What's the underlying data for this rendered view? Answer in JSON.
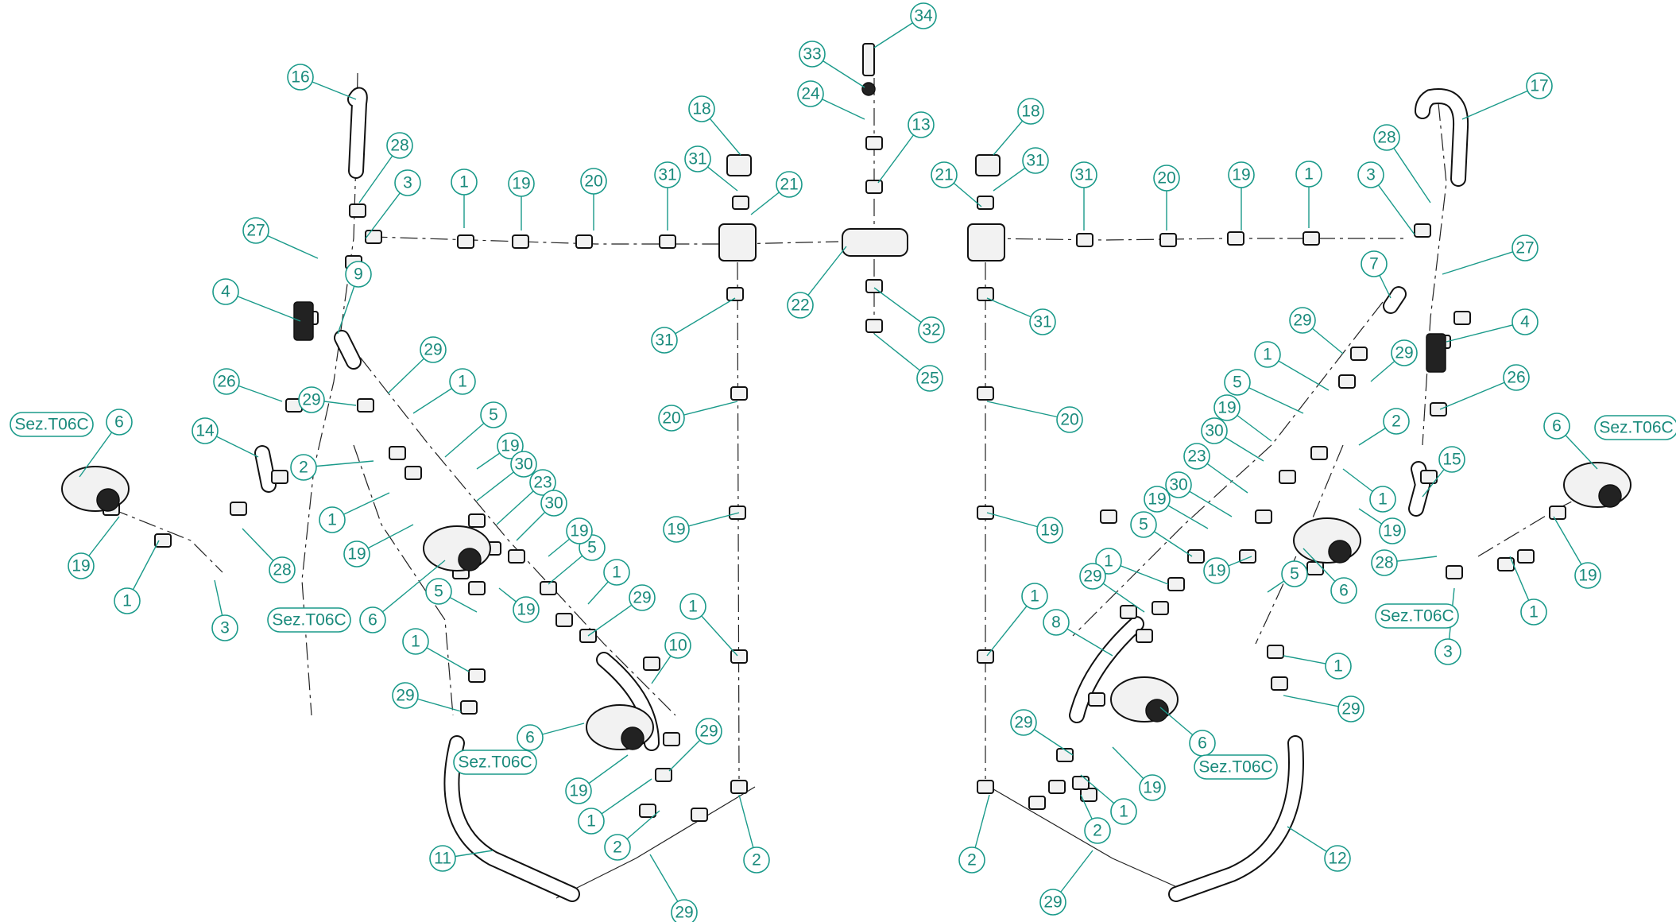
{
  "labels": {
    "n1": "1",
    "n2": "2",
    "n3": "3",
    "n4": "4",
    "n5": "5",
    "n6": "6",
    "n7": "7",
    "n8": "8",
    "n9": "9",
    "n10": "10",
    "n11": "11",
    "n12": "12",
    "n13": "13",
    "n14": "14",
    "n15": "15",
    "n16": "16",
    "n17": "17",
    "n18": "18",
    "n19": "19",
    "n20": "20",
    "n21": "21",
    "n22": "22",
    "n23": "23",
    "n24": "24",
    "n25": "25",
    "n26": "26",
    "n27": "27",
    "n28": "28",
    "n29": "29",
    "n30": "30",
    "n31": "31",
    "n32": "32",
    "n33": "33",
    "n34": "34"
  },
  "section_ref": "Sez.T06C",
  "colors": {
    "callout_stroke": "#1a9a8a",
    "callout_text": "#1a8a7c",
    "line": "#222222"
  }
}
